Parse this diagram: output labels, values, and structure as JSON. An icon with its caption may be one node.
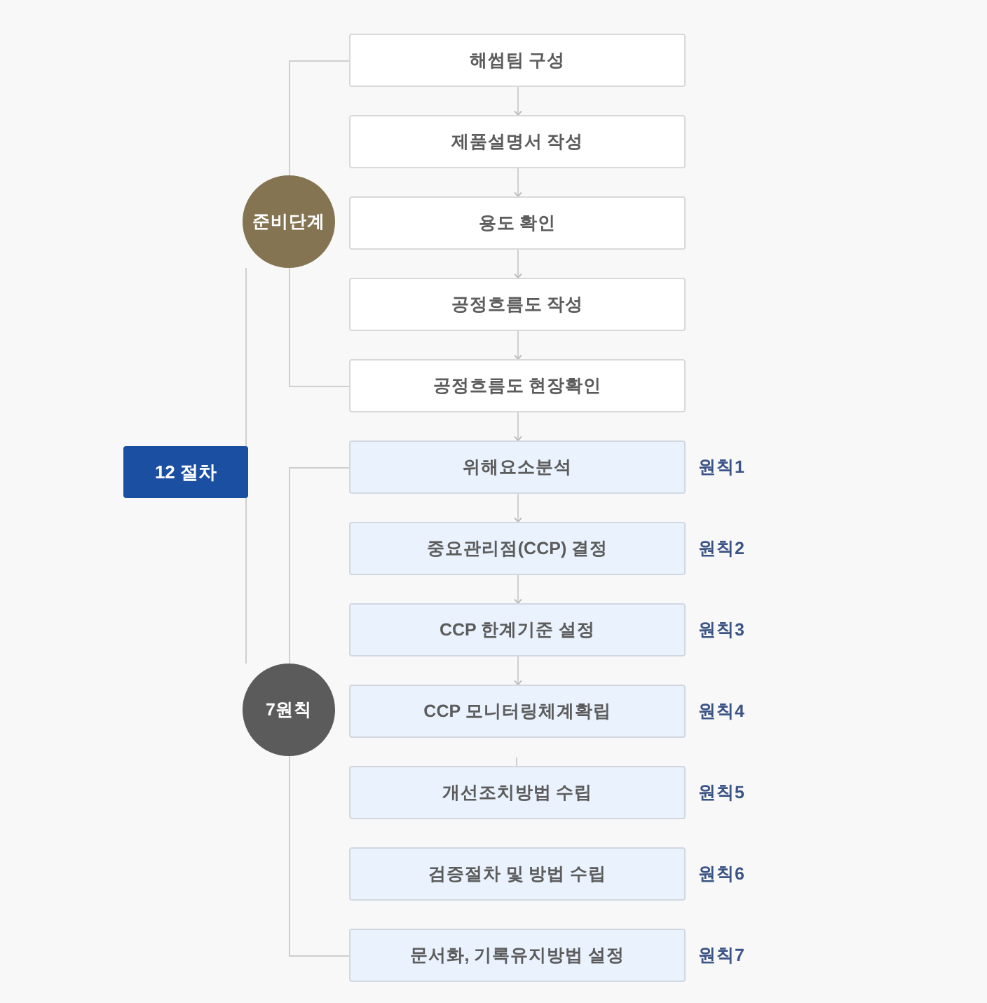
{
  "diagram": {
    "nodes": [
      {
        "text": [
          "12 절차"
        ]
      },
      {
        "text": [
          "준비단계"
        ]
      },
      {
        "text": [
          "7원칙"
        ]
      },
      {
        "text": [
          "해썹팀 구성"
        ]
      },
      {
        "text": [
          "제품설명서 작성"
        ]
      },
      {
        "text": [
          "용도 확인"
        ]
      },
      {
        "text": [
          "공정흐름도 작성"
        ]
      },
      {
        "text": [
          "공정흐름도 현장확인"
        ]
      },
      {
        "text": [
          "위해요소분석"
        ],
        "beside": [
          "원칙1"
        ]
      },
      {
        "text": [
          "중요관리점(CCP) 결정"
        ],
        "beside": [
          "원칙2"
        ]
      },
      {
        "text": [
          "CCP 한계기준 설정"
        ],
        "beside": [
          "원칙3"
        ]
      },
      {
        "text": [
          "CCP 모니터링체계확립"
        ],
        "beside": [
          "원칙4"
        ]
      },
      {
        "text": [
          "개선조치방법 수립"
        ],
        "beside": [
          "원칙5"
        ]
      },
      {
        "text": [
          "검증절차 및 방법 수립"
        ],
        "beside": [
          "원칙6"
        ]
      },
      {
        "text": [
          "문서화, 기록유지방법 설정"
        ],
        "beside": [
          "원칙7"
        ]
      }
    ],
    "edges": [
      {
        "from": 0,
        "to": 1,
        "arrow": "none"
      },
      {
        "from": 0,
        "to": 2,
        "arrow": "none"
      },
      {
        "from": 1,
        "to": 3,
        "arrow": "none"
      },
      {
        "from": 1,
        "to": 7,
        "arrow": "none"
      },
      {
        "from": 2,
        "to": 8,
        "arrow": "none"
      },
      {
        "from": 2,
        "to": 14,
        "arrow": "none"
      },
      {
        "from": 3,
        "to": 4,
        "arrow": "to"
      },
      {
        "from": 4,
        "to": 5,
        "arrow": "to"
      },
      {
        "from": 5,
        "to": 6,
        "arrow": "to"
      },
      {
        "from": 6,
        "to": 7,
        "arrow": "to"
      },
      {
        "from": 7,
        "to": 8,
        "arrow": "to"
      },
      {
        "from": 8,
        "to": 9,
        "arrow": "to"
      },
      {
        "from": 9,
        "to": 10,
        "arrow": "to"
      },
      {
        "from": 10,
        "to": 11,
        "arrow": "to"
      }
    ]
  }
}
